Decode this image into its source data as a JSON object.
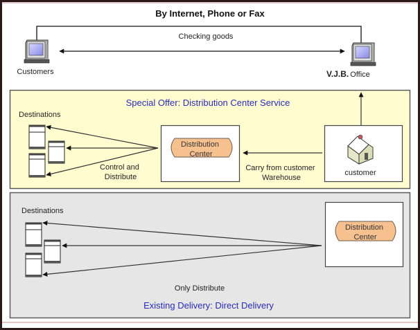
{
  "top": {
    "title": "By Internet, Phone or Fax",
    "link_label": "Checking goods",
    "left_node": {
      "label": "Customers",
      "icon": "computer-icon"
    },
    "right_node": {
      "label_bold": "V.J.B.",
      "label": "Office",
      "icon": "computer-icon"
    }
  },
  "special_offer": {
    "title": "Special Offer: Distribution Center Service",
    "destinations_label": "Destinations",
    "destination_icon": "document-stack-icon",
    "center": {
      "line1": "Distribution",
      "line2": "Center"
    },
    "control_label": {
      "line1": "Control and",
      "line2": "Distribute"
    },
    "carry_label": {
      "line1": "Carry from customer",
      "line2": "Warehouse"
    },
    "customer": {
      "label": "customer",
      "icon": "house-icon"
    }
  },
  "existing": {
    "title": "Existing Delivery: Direct Delivery",
    "destinations_label": "Destinations",
    "destination_icon": "document-stack-icon",
    "center": {
      "line1": "Distribution",
      "line2": "Center"
    },
    "distribute_label": "Only Distribute"
  },
  "colors": {
    "title_blue": "#2a2ab8",
    "yellow_panel": "#fffdd0",
    "gray_panel": "#e6e6e6",
    "center_fill": "#f7c08f",
    "frame": "#2b1a1a"
  }
}
